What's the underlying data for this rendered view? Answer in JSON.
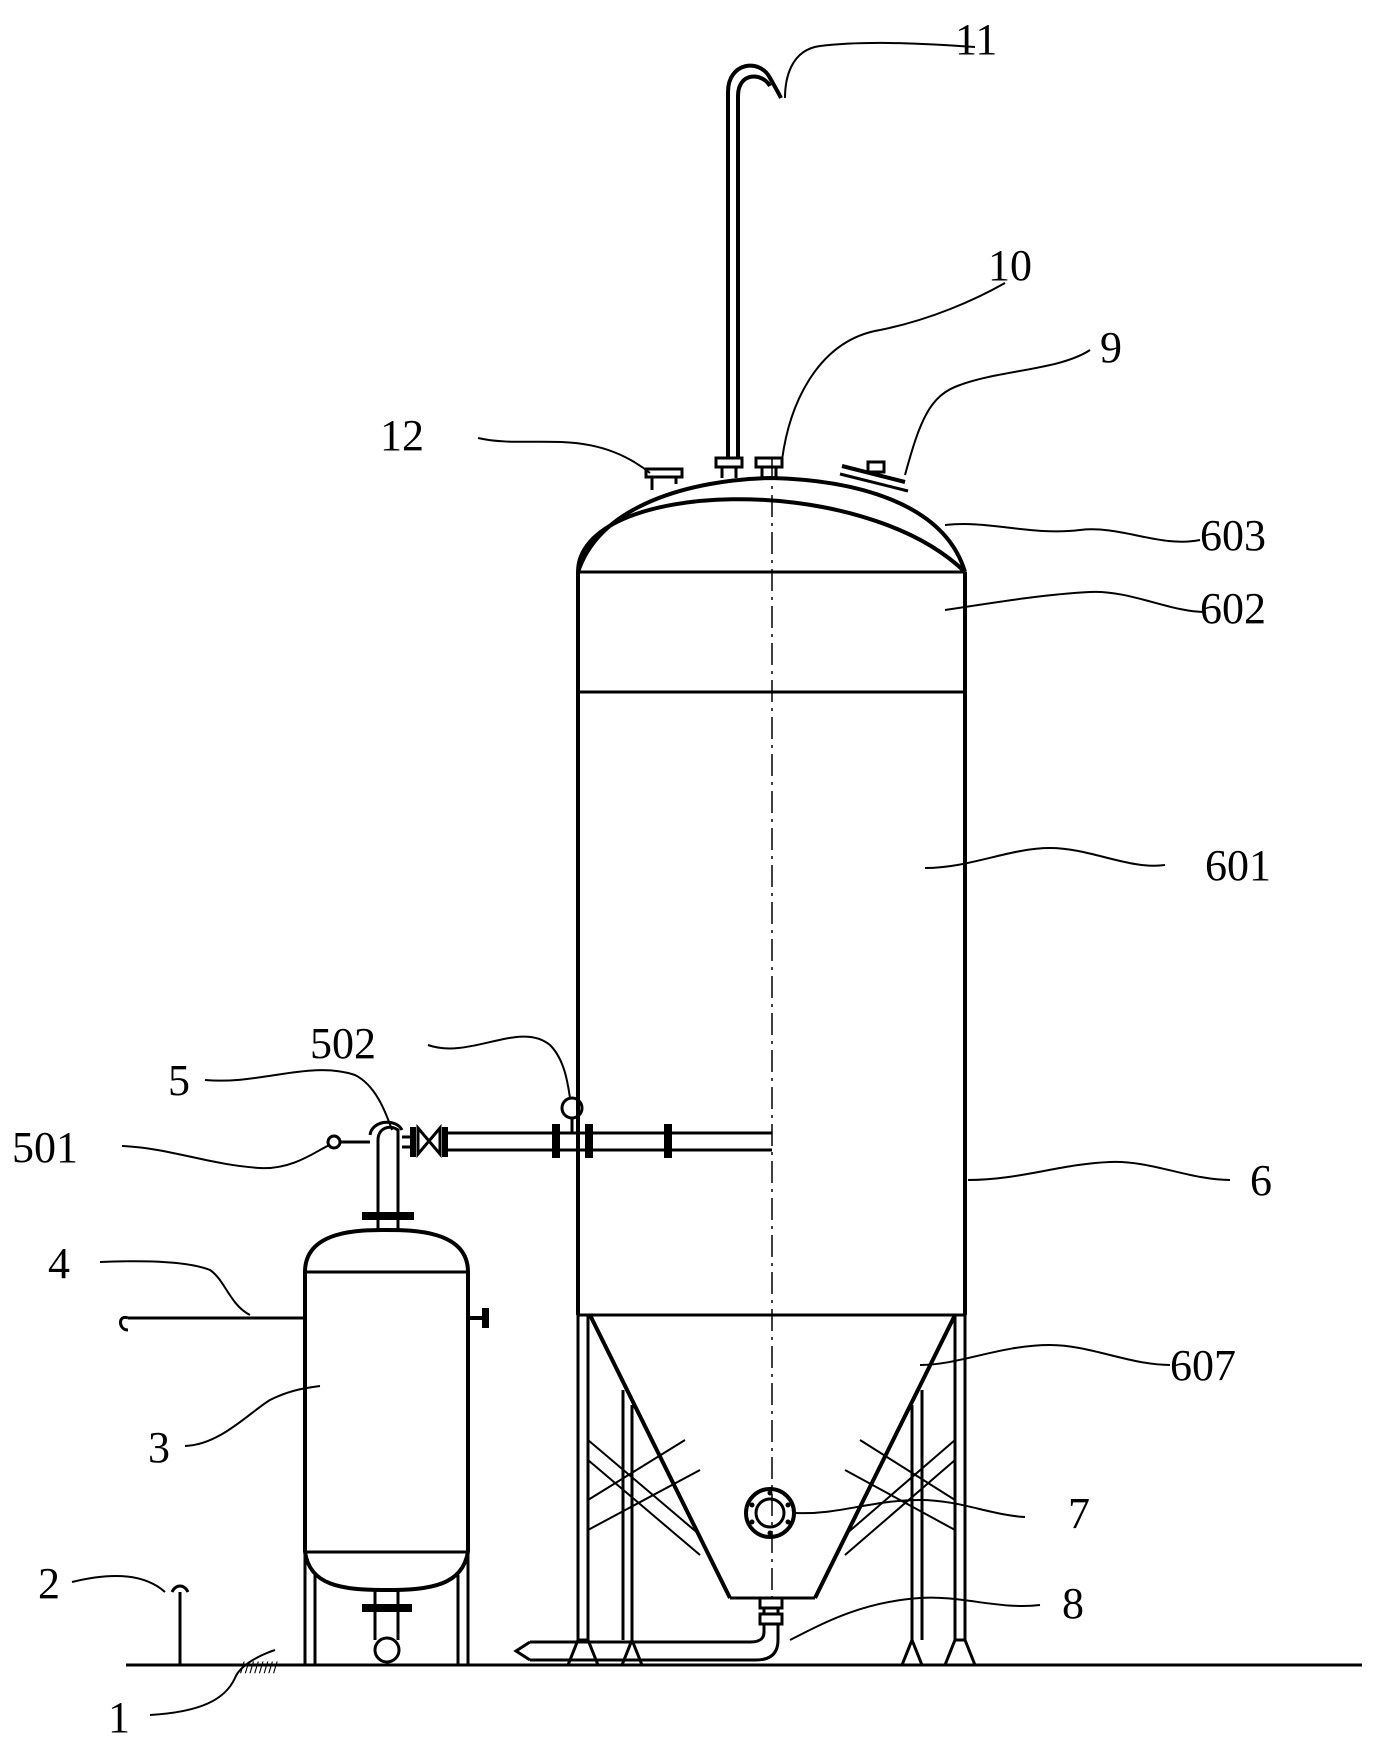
{
  "diagram": {
    "labels": {
      "l1": "1",
      "l2": "2",
      "l3": "3",
      "l4": "4",
      "l5": "5",
      "l501": "501",
      "l502": "502",
      "l6": "6",
      "l601": "601",
      "l602": "602",
      "l603": "603",
      "l607": "607",
      "l7": "7",
      "l8": "8",
      "l9": "9",
      "l10": "10",
      "l11": "11",
      "l12": "12"
    },
    "colors": {
      "line": "#000000",
      "background": "#ffffff"
    }
  }
}
